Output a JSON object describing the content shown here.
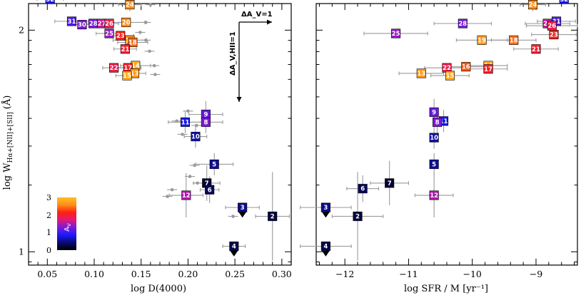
{
  "chart_data": [
    {
      "type": "scatter",
      "xlabel": "log D(4000)",
      "ylabel": "log W_{Hα+[NII]+[SII]} (Å)",
      "ylabel_main": "log W",
      "ylabel_sub": "Hα+[NII]+[SII]",
      "ylabel_unit": "(Å)",
      "xlim": [
        0.03,
        0.31
      ],
      "ylim": [
        0.94,
        2.12
      ],
      "xticks": [
        "0.05",
        "0.10",
        "0.15",
        "0.20",
        "0.25",
        "0.30"
      ],
      "xtick_values": [
        0.05,
        0.1,
        0.15,
        0.2,
        0.25,
        0.3
      ],
      "yticks": [
        "1",
        "2"
      ],
      "ytick_values": [
        1,
        2
      ],
      "annotation_horizontal": "ΔA_V=1",
      "annotation_vertical": "ΔA_V,HII=1",
      "points": [
        {
          "id": "32",
          "x": 0.053,
          "y": 2.14,
          "av": 0.8,
          "xerr": 0.014
        },
        {
          "id": "24",
          "x": 0.138,
          "y": 2.115,
          "av": 2.6,
          "xerr": 0.012,
          "yerr": 0.03
        },
        {
          "id": "31",
          "x": 0.076,
          "y": 2.04,
          "av": 1.1,
          "xerr": 0.018
        },
        {
          "id": "30",
          "x": 0.087,
          "y": 2.025,
          "av": 1.3,
          "xerr": 0.012
        },
        {
          "id": "28",
          "x": 0.099,
          "y": 2.03,
          "av": 1.25,
          "xerr": 0.012
        },
        {
          "id": "27",
          "x": 0.108,
          "y": 2.03,
          "av": 1.6,
          "xerr": 0.01
        },
        {
          "id": "26",
          "x": 0.116,
          "y": 2.03,
          "av": 1.9,
          "xerr": 0.01
        },
        {
          "id": "20",
          "x": 0.134,
          "y": 2.035,
          "av": 2.6,
          "xerr": 0.02
        },
        {
          "id": "25",
          "x": 0.116,
          "y": 1.985,
          "av": 1.4,
          "xerr": 0.014
        },
        {
          "id": "23",
          "x": 0.128,
          "y": 1.975,
          "av": 2.1,
          "xerr": 0.014
        },
        {
          "id": "19",
          "x": 0.138,
          "y": 1.955,
          "av": 2.7,
          "xerr": 0.018
        },
        {
          "id": "18",
          "x": 0.141,
          "y": 1.945,
          "av": 2.45,
          "xerr": 0.016
        },
        {
          "id": "21",
          "x": 0.133,
          "y": 1.915,
          "av": 2.0,
          "xerr": 0.012
        },
        {
          "id": "14",
          "x": 0.144,
          "y": 1.84,
          "av": 2.8,
          "xerr": 0.016
        },
        {
          "id": "22",
          "x": 0.121,
          "y": 1.83,
          "av": 1.9,
          "xerr": 0.012
        },
        {
          "id": "17",
          "x": 0.136,
          "y": 1.83,
          "av": 2.05,
          "xerr": 0.014
        },
        {
          "id": "13",
          "x": 0.143,
          "y": 1.805,
          "av": 2.65,
          "xerr": 0.012
        },
        {
          "id": "15",
          "x": 0.135,
          "y": 1.795,
          "av": 2.8,
          "xerr": 0.012
        },
        {
          "id": "9",
          "x": 0.219,
          "y": 1.62,
          "av": 1.2,
          "xerr": 0.018,
          "yerr": 0.06
        },
        {
          "id": "11",
          "x": 0.197,
          "y": 1.585,
          "av": 0.8,
          "xerr": 0.018,
          "yerr": 0.05
        },
        {
          "id": "8",
          "x": 0.219,
          "y": 1.585,
          "av": 1.3,
          "xerr": 0.018,
          "yerr": 0.05
        },
        {
          "id": "10",
          "x": 0.208,
          "y": 1.52,
          "av": 0.6,
          "xerr": 0.012,
          "yerr": 0.05
        },
        {
          "id": "5",
          "x": 0.228,
          "y": 1.395,
          "av": 0.55,
          "xerr": 0.02,
          "yerr": 0.05
        },
        {
          "id": "7",
          "x": 0.22,
          "y": 1.31,
          "av": 0.2,
          "xerr": 0.014,
          "yerr": 0.08
        },
        {
          "id": "6",
          "x": 0.223,
          "y": 1.28,
          "av": 0.35,
          "xerr": 0.01,
          "yerr": 0.06
        },
        {
          "id": "12",
          "x": 0.198,
          "y": 1.255,
          "av": 1.5,
          "xerr": 0.018,
          "yerr": 0.1
        },
        {
          "id": "3",
          "x": 0.258,
          "y": 1.2,
          "av": 0.5,
          "xerr": 0.018,
          "upper": true
        },
        {
          "id": "2",
          "x": 0.29,
          "y": 1.16,
          "av": 0.25,
          "xerr": 0.018,
          "yerr": 0.2
        },
        {
          "id": "4",
          "x": 0.249,
          "y": 1.025,
          "av": 0.3,
          "xerr": 0.012,
          "upper": true
        }
      ],
      "grey_points": [
        {
          "x": 0.16,
          "y": 2.115
        },
        {
          "x": 0.155,
          "y": 2.035
        },
        {
          "x": 0.149,
          "y": 1.99
        },
        {
          "x": 0.155,
          "y": 1.955
        },
        {
          "x": 0.159,
          "y": 1.905
        },
        {
          "x": 0.164,
          "y": 1.84
        },
        {
          "x": 0.165,
          "y": 1.8
        },
        {
          "x": 0.209,
          "y": 1.57
        },
        {
          "x": 0.2,
          "y": 1.635
        },
        {
          "x": 0.188,
          "y": 1.59
        },
        {
          "x": 0.194,
          "y": 1.53
        },
        {
          "x": 0.207,
          "y": 1.39
        },
        {
          "x": 0.202,
          "y": 1.34
        },
        {
          "x": 0.21,
          "y": 1.31
        },
        {
          "x": 0.183,
          "y": 1.28
        },
        {
          "x": 0.178,
          "y": 1.25
        },
        {
          "x": 0.248,
          "y": 1.16
        }
      ]
    },
    {
      "type": "scatter",
      "xlabel": "log SFR / M  [yr⁻¹]",
      "xlim": [
        -12.45,
        -8.35
      ],
      "ylim": [
        0.94,
        2.12
      ],
      "xticks": [
        "−12",
        "−11",
        "−10",
        "−9"
      ],
      "xtick_values": [
        -12,
        -11,
        -10,
        -9
      ],
      "points": [
        {
          "id": "32",
          "x": -8.56,
          "y": 2.14,
          "av": 0.8
        },
        {
          "id": "24",
          "x": -9.05,
          "y": 2.115,
          "av": 2.6,
          "xerr": 0.2,
          "yerr": 0.03
        },
        {
          "id": "28",
          "x": -10.15,
          "y": 2.03,
          "av": 1.25,
          "xerr": 0.45
        },
        {
          "id": "31",
          "x": -8.68,
          "y": 2.04,
          "av": 1.1,
          "xerr": 0.3
        },
        {
          "id": "27",
          "x": -8.82,
          "y": 2.03,
          "av": 1.6,
          "xerr": 0.35
        },
        {
          "id": "26",
          "x": -8.75,
          "y": 2.02,
          "av": 1.9,
          "xerr": 0.4
        },
        {
          "id": "25",
          "x": -11.2,
          "y": 1.985,
          "av": 1.4,
          "xerr": 0.5
        },
        {
          "id": "23",
          "x": -8.72,
          "y": 1.98,
          "av": 2.1,
          "xerr": 0.35
        },
        {
          "id": "19",
          "x": -9.85,
          "y": 1.955,
          "av": 2.7,
          "xerr": 0.4
        },
        {
          "id": "18",
          "x": -9.35,
          "y": 1.955,
          "av": 2.45,
          "xerr": 0.35
        },
        {
          "id": "21",
          "x": -9.0,
          "y": 1.915,
          "av": 2.0,
          "xerr": 0.35
        },
        {
          "id": "14",
          "x": -9.75,
          "y": 1.84,
          "av": 2.8,
          "xerr": 0.3
        },
        {
          "id": "22",
          "x": -10.4,
          "y": 1.83,
          "av": 1.9,
          "xerr": 0.35
        },
        {
          "id": "16",
          "x": -10.1,
          "y": 1.835,
          "av": 2.35,
          "xerr": 0.35
        },
        {
          "id": "17",
          "x": -9.75,
          "y": 1.825,
          "av": 2.05,
          "xerr": 0.3
        },
        {
          "id": "13",
          "x": -10.8,
          "y": 1.805,
          "av": 2.65,
          "xerr": 0.35
        },
        {
          "id": "15",
          "x": -10.35,
          "y": 1.795,
          "av": 2.8,
          "xerr": 0.3
        },
        {
          "id": "9",
          "x": -10.6,
          "y": 1.63,
          "av": 1.2,
          "yerr": 0.06
        },
        {
          "id": "11",
          "x": -10.45,
          "y": 1.59,
          "av": 0.8,
          "yerr": 0.05
        },
        {
          "id": "8",
          "x": -10.55,
          "y": 1.585,
          "av": 1.3,
          "yerr": 0.05
        },
        {
          "id": "10",
          "x": -10.6,
          "y": 1.515,
          "av": 0.6,
          "yerr": 0.05
        },
        {
          "id": "5",
          "x": -10.6,
          "y": 1.395,
          "av": 0.55,
          "yerr": 0.05
        },
        {
          "id": "7",
          "x": -11.3,
          "y": 1.31,
          "av": 0.2,
          "xerr": 0.3,
          "yerr": 0.1
        },
        {
          "id": "6",
          "x": -11.72,
          "y": 1.285,
          "av": 0.35,
          "xerr": 0.25,
          "yerr": 0.06
        },
        {
          "id": "12",
          "x": -10.6,
          "y": 1.255,
          "av": 1.5,
          "xerr": 0.3,
          "yerr": 0.1
        },
        {
          "id": "3",
          "x": -12.3,
          "y": 1.2,
          "av": 0.5,
          "xerr": 0.4,
          "upper": true
        },
        {
          "id": "2",
          "x": -11.8,
          "y": 1.16,
          "av": 0.25,
          "xerr": 0.4,
          "yerr": 0.2
        },
        {
          "id": "4",
          "x": -12.3,
          "y": 1.025,
          "av": 0.3,
          "xerr": 0.4,
          "upper": true
        }
      ]
    }
  ],
  "colorbar": {
    "label": "A_V",
    "label_main": "A",
    "label_sub": "V",
    "range": [
      0,
      3
    ],
    "ticks": [
      "0",
      "1",
      "2",
      "3"
    ],
    "tick_values": [
      0,
      1,
      2,
      3
    ],
    "colors": [
      "#000000",
      "#0a0a6e",
      "#1a1aff",
      "#7a1ad9",
      "#e0197a",
      "#ff2010",
      "#ff8c1a",
      "#ffc020"
    ]
  }
}
